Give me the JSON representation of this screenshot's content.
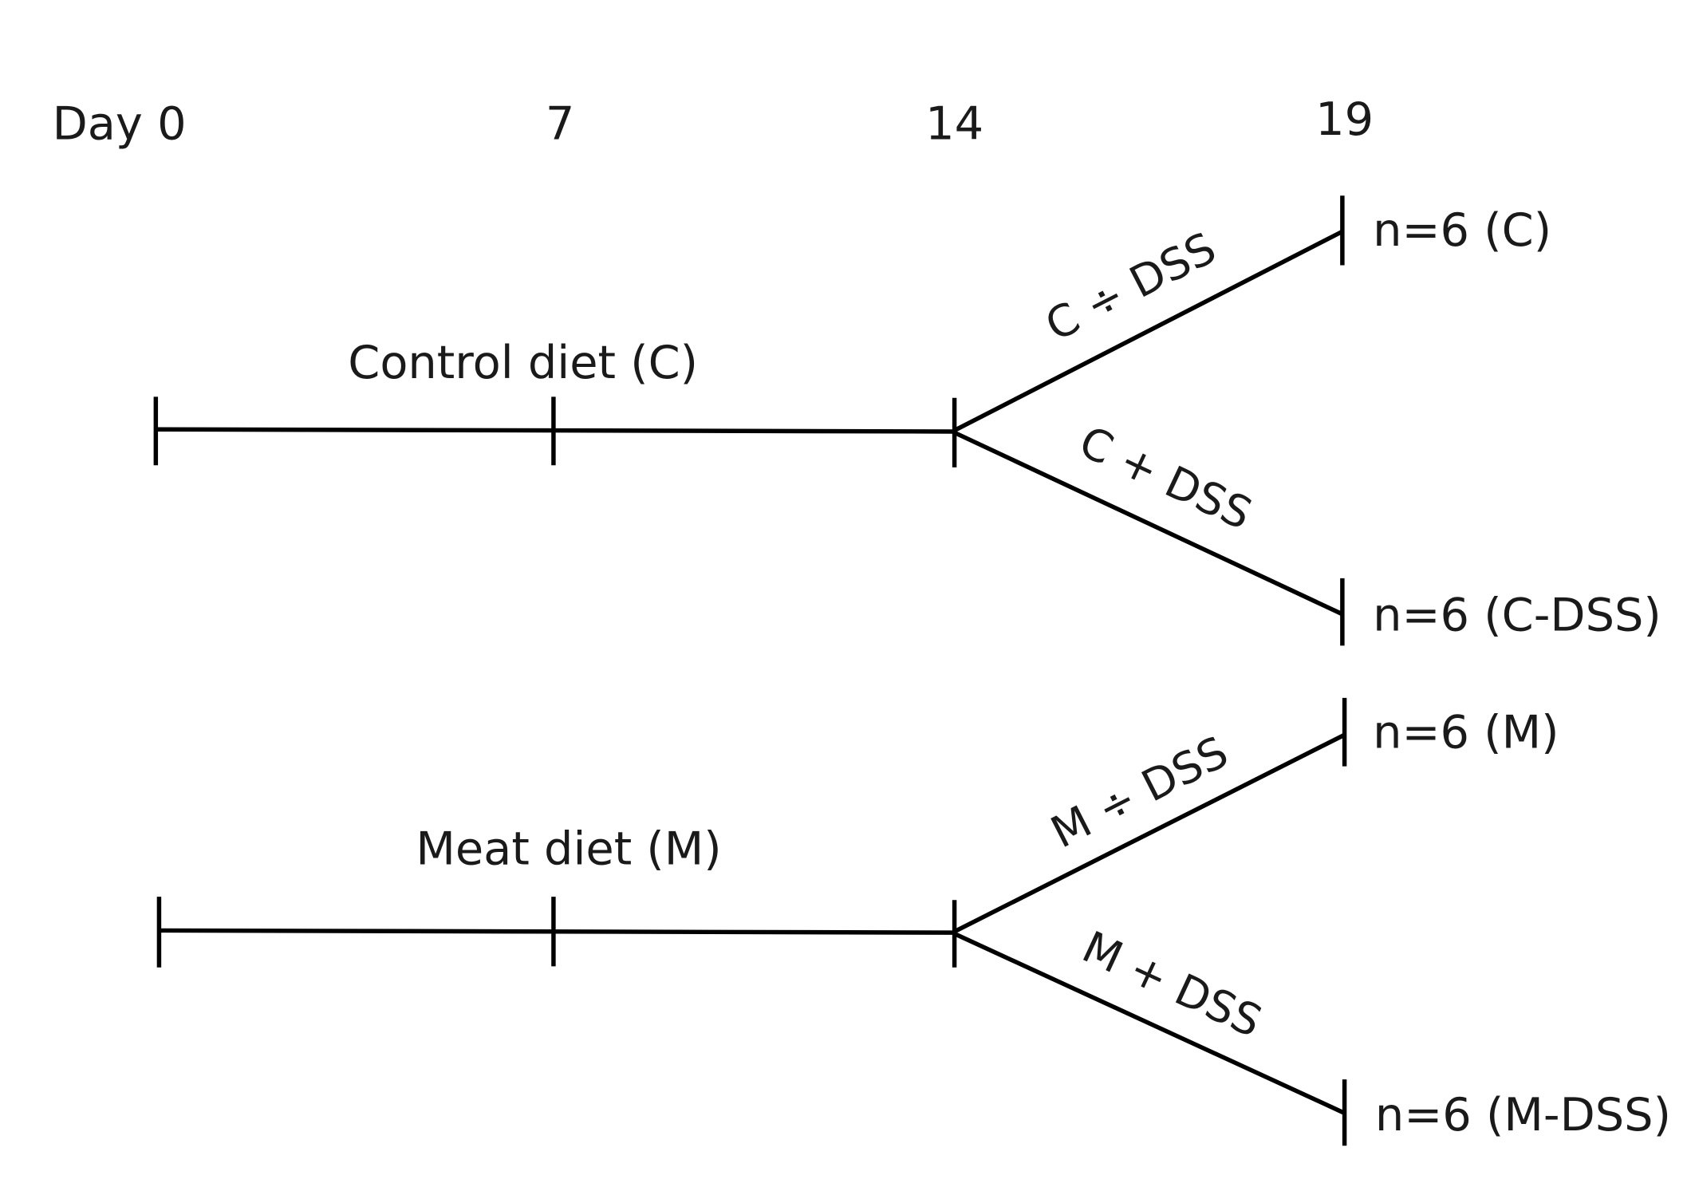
{
  "day_labels": [
    "Day 0",
    "7",
    "14",
    "19"
  ],
  "timelines": [
    {
      "diet_label": "Control diet (C)",
      "branches": [
        {
          "branch_label": "C ÷ DSS",
          "group_label": "n=6 (C)"
        },
        {
          "branch_label": "C + DSS",
          "group_label": "n=6 (C-DSS)"
        }
      ]
    },
    {
      "diet_label": "Meat diet (M)",
      "branches": [
        {
          "branch_label": "M ÷ DSS",
          "group_label": "n=6 (M)"
        },
        {
          "branch_label": "M + DSS",
          "group_label": "n=6 (M-DSS)"
        }
      ]
    }
  ]
}
